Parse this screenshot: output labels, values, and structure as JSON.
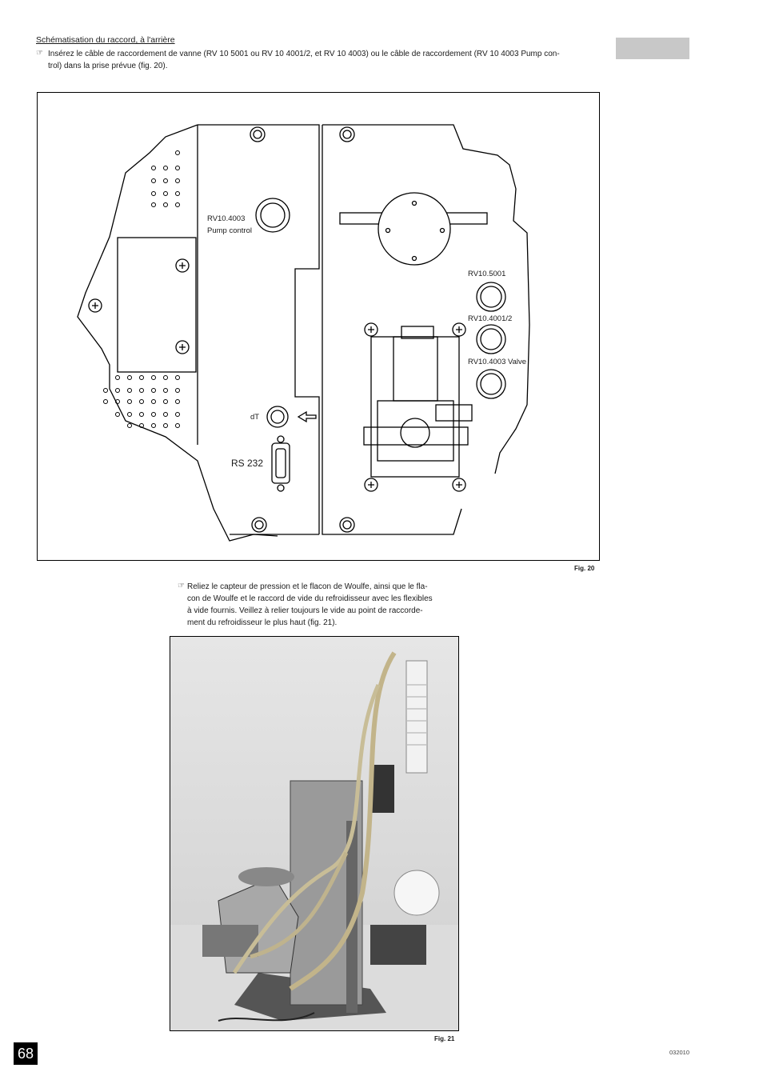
{
  "header": {
    "section_title": "Schématisation du raccord, à l'arrière",
    "instruction1_line1": "Insérez le câble de raccordement de vanne (RV 10  5001 ou RV 10  4001/2, et RV 10  4003) ou le câble de raccordement (RV 10  4003 Pump con-",
    "instruction1_line2": "trol) dans la prise prévue (fig. 20)."
  },
  "figure20": {
    "caption": "Fig. 20",
    "labels": {
      "pump_control_1": "RV10.4003",
      "pump_control_2": "Pump control",
      "rv5001": "RV10.5001",
      "rv4001": "RV10.4001/2",
      "rv4003_valve": "RV10.4003 Valve",
      "dt": "dT",
      "rs232": "RS 232"
    }
  },
  "instruction2": {
    "line1": "Reliez le capteur de pression et le flacon de Woulfe, ainsi que le fla-",
    "line2": "con de Woulfe et le raccord de vide du refroidisseur avec les flexibles",
    "line3": "à vide fournis. Veillez à relier toujours le vide au point de raccorde-",
    "line4": "ment du refroidisseur le plus haut (fig. 21)."
  },
  "figure21": {
    "caption": "Fig. 21"
  },
  "footer": {
    "page_number": "68",
    "doc_code": "032010"
  },
  "icons": {
    "hand": "pointing-hand-icon"
  }
}
